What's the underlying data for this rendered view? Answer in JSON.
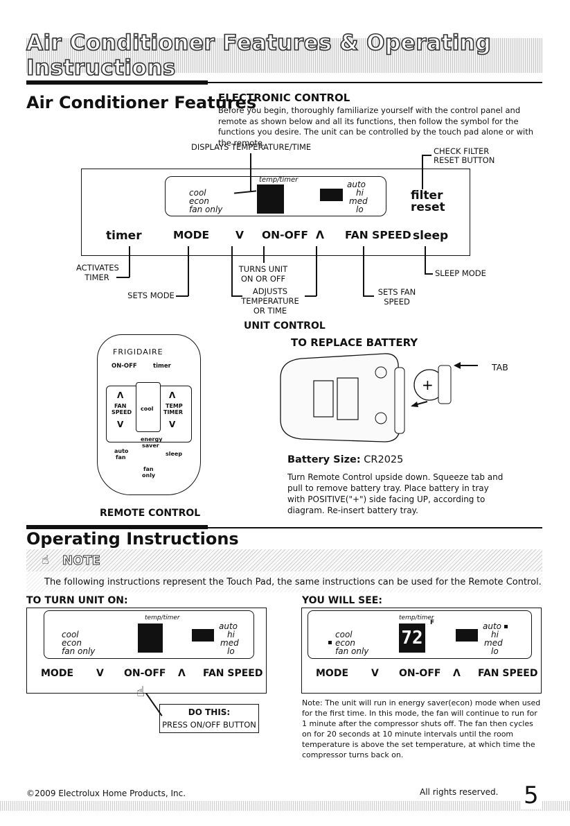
{
  "banner_title": "Air Conditioner Features & Operating Instructions",
  "features": {
    "heading": "Air Conditioner Features",
    "electronic_control": {
      "title": "ELECTRONIC CONTROL",
      "text": "Before you begin, thoroughly familiarize yourself with the control panel and remote as shown below and all its functions, then follow the symbol for the functions you desire. The unit can be controlled by the touch pad alone or with the remote."
    },
    "callouts": {
      "displays": "DISPLAYS TEMPERATURE/TIME",
      "check_filter": "CHECK FILTER",
      "reset_button": "RESET BUTTON",
      "activates": "ACTIVATES",
      "timer": "TIMER",
      "sets_mode": "SETS MODE",
      "turns_unit": "TURNS UNIT",
      "on_or_off": "ON OR OFF",
      "adjusts": "ADJUSTS",
      "temperature": "TEMPERATURE",
      "or_time": "OR TIME",
      "sets_fan": "SETS FAN",
      "speed": "SPEED",
      "sleep_mode": "SLEEP MODE"
    },
    "panel": {
      "temp_timer": "temp/timer",
      "modes": [
        "cool",
        "econ",
        "fan only"
      ],
      "speeds": [
        "auto",
        "hi",
        "med",
        "lo"
      ],
      "filter": "filter",
      "reset": "reset",
      "buttons": {
        "timer": "timer",
        "mode": "MODE",
        "down": "V",
        "onoff": "ON-OFF",
        "up": "Λ",
        "fan_speed": "FAN SPEED",
        "sleep": "sleep"
      }
    },
    "unit_control": "UNIT CONTROL"
  },
  "remote": {
    "brand": "FRIGIDAIRE",
    "onoff": "ON-OFF",
    "timer": "timer",
    "up": "Λ",
    "down": "V",
    "fan_speed_1": "FAN",
    "fan_speed_2": "SPEED",
    "cool": "cool",
    "temp_1": "TEMP",
    "temp_2": "TIMER",
    "energy_1": "energy",
    "energy_2": "saver",
    "auto_1": "auto",
    "auto_2": "fan",
    "sleep": "sleep",
    "fan_only_1": "fan",
    "fan_only_2": "only",
    "caption": "REMOTE CONTROL"
  },
  "battery": {
    "title": "TO REPLACE BATTERY",
    "tab": "TAB",
    "size_label": "Battery Size:",
    "size_value": "CR2025",
    "text": "Turn Remote Control upside down. Squeeze tab and pull to remove battery tray. Place battery in tray with POSITIVE(\"+\") side facing UP, according to diagram. Re-insert battery tray."
  },
  "operating": {
    "heading": "Operating Instructions",
    "note_label": "NOTE",
    "note_text": "The following instructions represent the Touch Pad, the same instructions can be used for the Remote Control.",
    "turn_on": "TO TURN UNIT ON:",
    "you_will_see": "YOU WILL SEE:",
    "display_value": "72",
    "display_unit": "F",
    "do_this": "DO THIS:",
    "press": "PRESS ON/OFF BUTTON",
    "note_para": "Note: The unit will run in energy saver(econ) mode when used for the first time. In this mode, the fan will continue to run for 1 minute after the compressor shuts off. The fan then cycles on for 20 seconds at 10 minute intervals until the room temperature is above the set temperature, at which time the compressor turns back on."
  },
  "footer": {
    "copyright": "©2009 Electrolux Home Products, Inc.",
    "rights": "All rights reserved.",
    "page": "5"
  }
}
